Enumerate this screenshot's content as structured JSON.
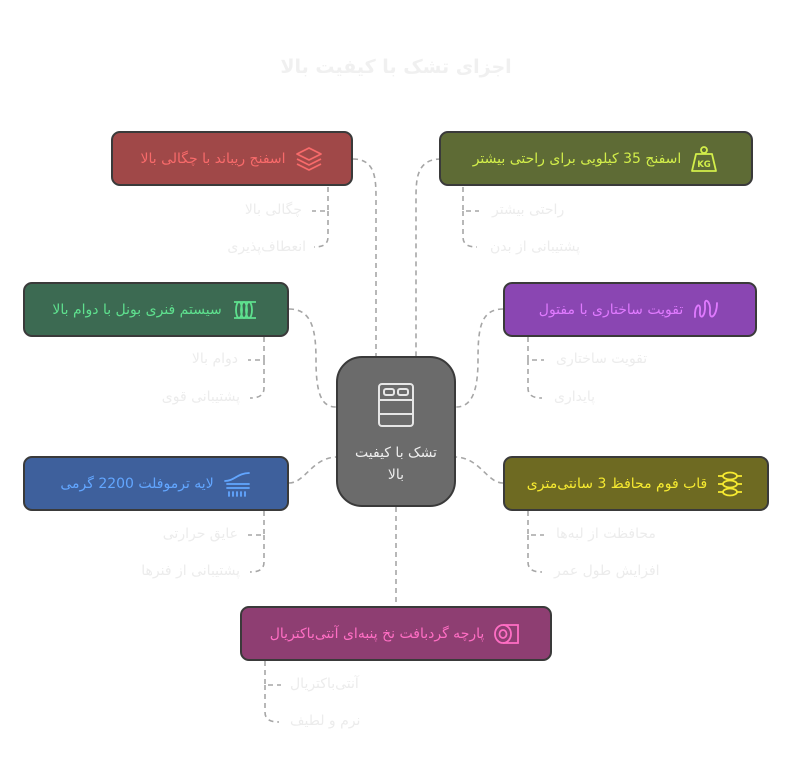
{
  "title": "اجزای تشک با کیفیت بالا",
  "center": {
    "label": "تشک با کیفیت بالا",
    "icon": "bed-icon"
  },
  "nodes": [
    {
      "label": "اسفنج ریباند با چگالی بالا",
      "icon": "layers-icon",
      "bg": "#a04848",
      "color": "#f86a6a",
      "children": [
        "چگالی بالا",
        "انعطاف‌پذیری"
      ]
    },
    {
      "label": "اسفنج 35 کیلویی برای راحتی بیشتر",
      "icon": "weight-kg-icon",
      "bg": "#5e6b35",
      "color": "#d2ee4a",
      "children": [
        "راحتی بیشتر",
        "پشتیبانی از بدن"
      ]
    },
    {
      "label": "سیستم فنری بونل با دوام بالا",
      "icon": "spring-coil-icon",
      "bg": "#3c6a52",
      "color": "#5ee08e",
      "children": [
        "دوام بالا",
        "پشتیبانی قوی"
      ]
    },
    {
      "label": "تقویت ساختاری با مفتول",
      "icon": "wire-spring-icon",
      "bg": "#8a46b2",
      "color": "#e07aff",
      "children": [
        "تقویت ساختاری",
        "پایداری"
      ]
    },
    {
      "label": "لایه ترموفلت 2200 گرمی",
      "icon": "thermal-layer-icon",
      "bg": "#3e609c",
      "color": "#62a6ff",
      "children": [
        "عایق حرارتی",
        "پشتیبانی از فنرها"
      ]
    },
    {
      "label": "قاب فوم محافظ 3 سانتی‌متری",
      "icon": "foam-frame-icon",
      "bg": "#6e6a22",
      "color": "#f6ea30",
      "children": [
        "محافظت از لبه‌ها",
        "افزایش طول عمر"
      ]
    },
    {
      "label": "پارچه گردبافت نخ پنبه‌ای آنتی‌باکتریال",
      "icon": "fabric-roll-icon",
      "bg": "#8e3e72",
      "color": "#ff6ec4",
      "children": [
        "آنتی‌باکتریال",
        "نرم و لطیف"
      ]
    }
  ]
}
